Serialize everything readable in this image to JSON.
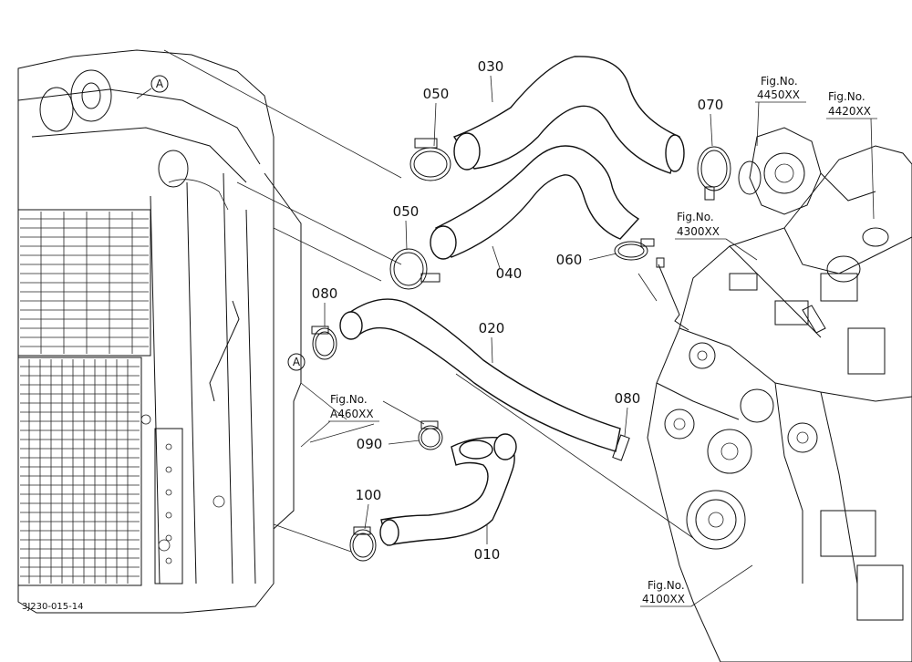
{
  "parts": {
    "p010": "010",
    "p020": "020",
    "p030": "030",
    "p040": "040",
    "p050a": "050",
    "p050b": "050",
    "p060": "060",
    "p070": "070",
    "p080a": "080",
    "p080b": "080",
    "p090": "090",
    "p100": "100"
  },
  "refs": {
    "fig4450": {
      "label": "Fig.No.",
      "code": "4450XX"
    },
    "fig4420": {
      "label": "Fig.No.",
      "code": "4420XX"
    },
    "fig4300": {
      "label": "Fig.No.",
      "code": "4300XX"
    },
    "figA460": {
      "label": "Fig.No.",
      "code": "A460XX"
    },
    "fig4100": {
      "label": "Fig.No.",
      "code": "4100XX"
    }
  },
  "markers": {
    "a_top": "A",
    "a_mid": "A"
  },
  "caption": "3J230-015-14"
}
